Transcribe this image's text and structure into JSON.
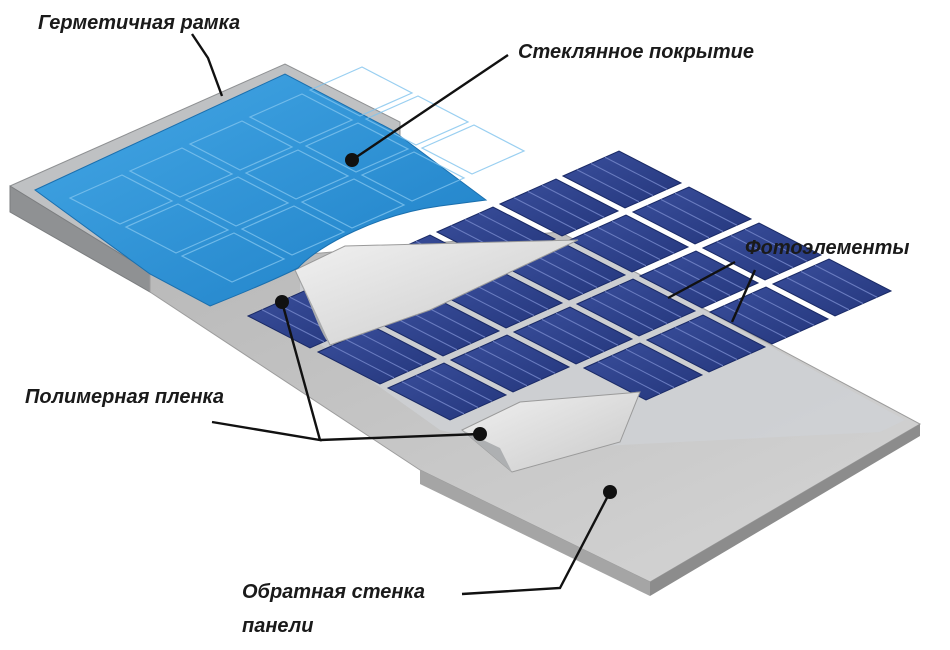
{
  "labels": {
    "frame": "Герметичная рамка",
    "glass": "Стеклянное покрытие",
    "cells": "Фотоэлементы",
    "film": "Полимерная пленка",
    "back_line1": "Обратная стенка",
    "back_line2": "панели"
  },
  "colors": {
    "frame": "#b9bbbd",
    "frame_side": "#8f9193",
    "glass": "#2f95d8",
    "glass_dark": "#1f7cc0",
    "cell": "#2b3e88",
    "cell_line": "#5f72b8",
    "film": "#dcdcdc",
    "backsheet": "#c4c4c4",
    "leader": "#111111"
  }
}
